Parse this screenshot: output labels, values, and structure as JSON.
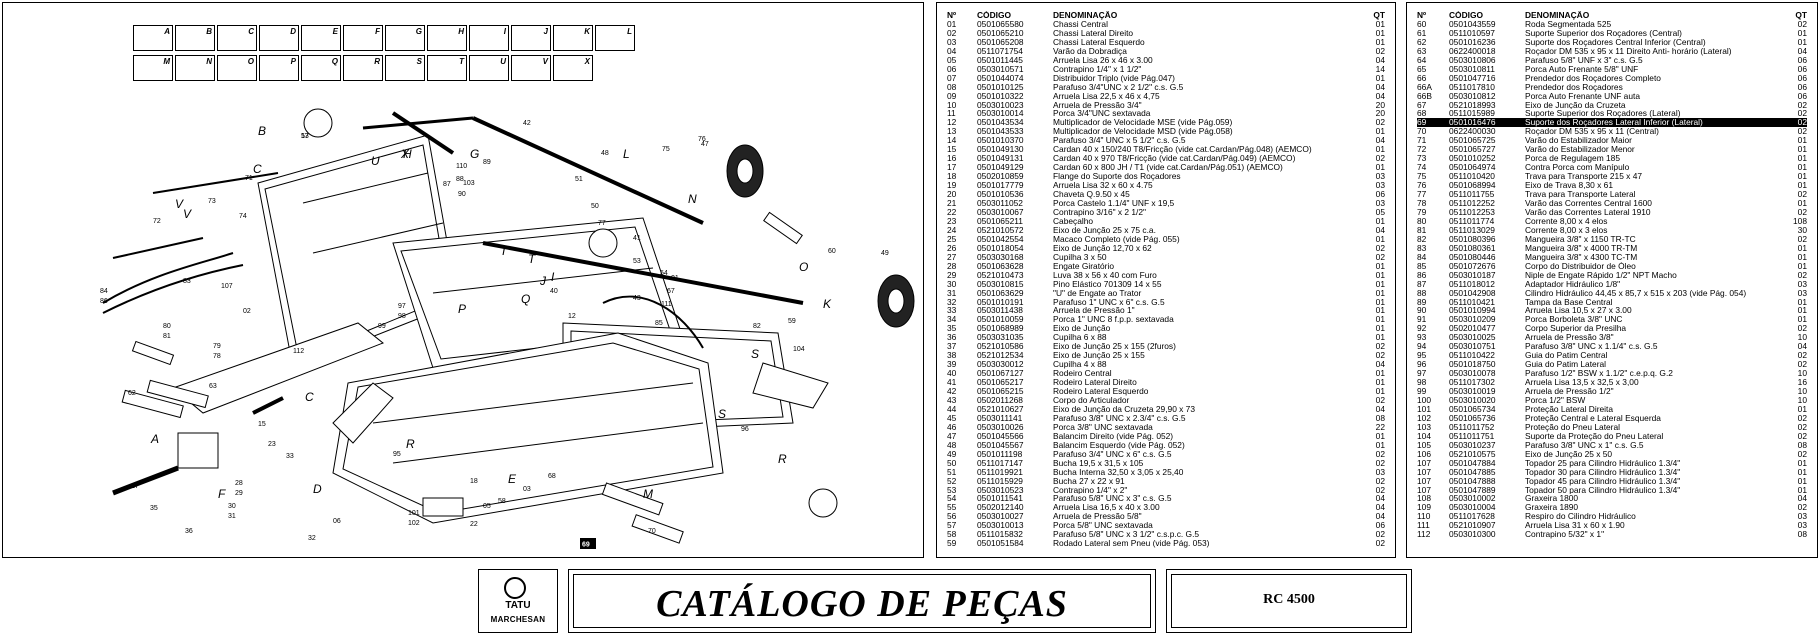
{
  "catalog": {
    "title": "CATÁLOGO DE PEÇAS",
    "model": "RC 4500",
    "brand_top": "TATU",
    "brand_bottom": "MARCHESAN"
  },
  "diagram": {
    "callout_box": "69",
    "thumbnail_letters": [
      "A",
      "B",
      "C",
      "D",
      "E",
      "F",
      "G",
      "H",
      "I",
      "J",
      "K",
      "L",
      "M",
      "N",
      "O",
      "P",
      "Q",
      "R",
      "S",
      "T",
      "U",
      "V",
      "X"
    ],
    "letters": [
      "B",
      "C",
      "V",
      "V",
      "U",
      "X",
      "G",
      "T",
      "T",
      "N",
      "O",
      "K",
      "J",
      "Q",
      "P",
      "R",
      "A",
      "C",
      "R",
      "D",
      "F",
      "S",
      "S",
      "E",
      "M",
      "L",
      "I",
      "H"
    ],
    "numbers": [
      "13",
      "71",
      "74",
      "73",
      "72",
      "84",
      "86",
      "83",
      "107",
      "02",
      "80",
      "81",
      "79",
      "78",
      "112",
      "63",
      "62",
      "15",
      "17",
      "28",
      "29",
      "30",
      "31",
      "32",
      "06",
      "35",
      "36",
      "23",
      "95",
      "101",
      "102",
      "03",
      "18",
      "22",
      "68",
      "70",
      "96",
      "75",
      "76",
      "47",
      "48",
      "50",
      "51",
      "49",
      "60",
      "59",
      "42",
      "41",
      "40",
      "01",
      "43",
      "111",
      "67",
      "54",
      "53",
      "85",
      "82",
      "104",
      "103",
      "89",
      "110",
      "87",
      "88",
      "90",
      "77",
      "12",
      "99",
      "98",
      "97",
      "33",
      "05",
      "58",
      "57"
    ]
  },
  "parts_headers": {
    "n": "Nº",
    "code": "CÓDIGO",
    "name": "DENOMINAÇÃO",
    "qt": "QT"
  },
  "parts_left": [
    [
      "01",
      "0501065580",
      "Chassi Central",
      "01"
    ],
    [
      "02",
      "0501065210",
      "Chassi Lateral Direito",
      "01"
    ],
    [
      "03",
      "0501065208",
      "Chassi Lateral Esquerdo",
      "01"
    ],
    [
      "04",
      "0511071754",
      "Varão da Dobradiça",
      "02"
    ],
    [
      "05",
      "0501011445",
      "Arruela Lisa 26 x 46 x 3.00",
      "04"
    ],
    [
      "06",
      "0503010571",
      "Contrapino 1/4\" x 1 1/2\"",
      "14"
    ],
    [
      "07",
      "0501044074",
      "Distribuidor Triplo (vide Pág.047)",
      "01"
    ],
    [
      "08",
      "0501010125",
      "Parafuso 3/4\"UNC x 2 1/2\" c.s. G.5",
      "04"
    ],
    [
      "09",
      "0501010322",
      "Arruela Lisa 22,5 x 46 x 4,75",
      "04"
    ],
    [
      "10",
      "0503010023",
      "Arruela de Pressão 3/4\"",
      "20"
    ],
    [
      "11",
      "0503010014",
      "Porca 3/4\"UNC sextavada",
      "20"
    ],
    [
      "12",
      "0501043534",
      "Multiplicador de Velocidade MSE (vide Pág.059)",
      "02"
    ],
    [
      "13",
      "0501043533",
      "Multiplicador de Velocidade MSD (vide Pág.058)",
      "01"
    ],
    [
      "14",
      "0501010370",
      "Parafuso 3/4\" UNC x 5 1/2\" c.s. G.5",
      "04"
    ],
    [
      "15",
      "0501049130",
      "Cardan 40 x 150/240 T8/Fricção (vide cat.Cardan/Pág.048) (AEMCO)",
      "01"
    ],
    [
      "16",
      "0501049131",
      "Cardan 40 x 970 T8/Fricção  (vide cat.Cardan/Pág.049) (AEMCO)",
      "02"
    ],
    [
      "17",
      "0501049129",
      "Cardan 60 x 800 JH / T1     (vide cat.Cardan/Pág.051) (AEMCO)",
      "01"
    ],
    [
      "18",
      "0502010859",
      "Flange do Suporte dos Roçadores",
      "03"
    ],
    [
      "19",
      "0501017779",
      "Arruela Lisa 32 x 60 x 4.75",
      "03"
    ],
    [
      "20",
      "0501010536",
      "Chaveta Q.9.50 x 45",
      "06"
    ],
    [
      "21",
      "0503011052",
      "Porca Castelo 1.1/4\" UNF x 19,5",
      "03"
    ],
    [
      "22",
      "0503010067",
      "Contrapino 3/16\" x 2 1/2\"",
      "05"
    ],
    [
      "23",
      "0501065211",
      "Cabeçalho",
      "01"
    ],
    [
      "24",
      "0521010572",
      "Eixo de Junção 25 x 75 c.a.",
      "04"
    ],
    [
      "25",
      "0501042554",
      "Macaco Completo (vide Pág. 055)",
      "01"
    ],
    [
      "26",
      "0501018054",
      "Eixo de Junção 12,70 x 62",
      "02"
    ],
    [
      "27",
      "0503030168",
      "Cupilha 3 x 50",
      "02"
    ],
    [
      "28",
      "0501063628",
      "Engate Giratório",
      "01"
    ],
    [
      "29",
      "0521010473",
      "Luva 38 x 56 x 40 com Furo",
      "01"
    ],
    [
      "30",
      "0503010815",
      "Pino Elástico 701309  14 x 55",
      "01"
    ],
    [
      "31",
      "0501063629",
      "\"U\" de Engate ao Trator",
      "01"
    ],
    [
      "32",
      "0501010191",
      "Parafuso 1\" UNC x 6\" c.s. G.5",
      "01"
    ],
    [
      "33",
      "0503011438",
      "Arruela de Pressão 1\"",
      "01"
    ],
    [
      "34",
      "0501010059",
      "Porca 1\" UNC 8 f.p.p. sextavada",
      "01"
    ],
    [
      "35",
      "0501068989",
      "Eixo de Junção",
      "01"
    ],
    [
      "36",
      "0503031035",
      "Cupilha 6 x 88",
      "01"
    ],
    [
      "37",
      "0521010586",
      "Eixo de Junção 25 x 155 (2furos)",
      "02"
    ],
    [
      "38",
      "0521012534",
      "Eixo de Junção 25 x 155",
      "02"
    ],
    [
      "39",
      "0503030012",
      "Cupilha 4 x 88",
      "04"
    ],
    [
      "40",
      "0501067127",
      "Rodeiro Central",
      "01"
    ],
    [
      "41",
      "0501065217",
      "Rodeiro Lateral Direito",
      "01"
    ],
    [
      "42",
      "0501065215",
      "Rodeiro Lateral Esquerdo",
      "01"
    ],
    [
      "43",
      "0502011268",
      "Corpo do Articulador",
      "02"
    ],
    [
      "44",
      "0521010627",
      "Eixo de Junção da Cruzeta 29,90 x 73",
      "04"
    ],
    [
      "45",
      "0503011141",
      "Parafuso 3/8\" UNC x 2.3/4\" c.s. G.5",
      "08"
    ],
    [
      "46",
      "0503010026",
      "Porca 3/8\" UNC sextavada",
      "22"
    ],
    [
      "47",
      "0501045566",
      "Balancim Direito (vide Pág. 052)",
      "01"
    ],
    [
      "48",
      "0501045567",
      "Balancim Esquerdo (vide Pág. 052)",
      "01"
    ],
    [
      "49",
      "0501011198",
      "Parafuso 3/4\" UNC x 6\" c.s. G.5",
      "02"
    ],
    [
      "50",
      "0511017147",
      "Bucha 19,5 x 31,5 x 105",
      "02"
    ],
    [
      "51",
      "0511019921",
      "Bucha Interna 32,50 x 3,05 x 25,40",
      "03"
    ],
    [
      "52",
      "0511015929",
      "Bucha 27 x 22 x 91",
      "02"
    ],
    [
      "53",
      "0503010523",
      "Contrapino 1/4\" x 2\"",
      "02"
    ],
    [
      "54",
      "0501011541",
      "Parafuso 5/8\" UNC x 3\" c.s. G.5",
      "04"
    ],
    [
      "55",
      "0502012140",
      "Arruela Lisa 16,5 x 40 x 3.00",
      "04"
    ],
    [
      "56",
      "0503010027",
      "Arruela de Pressão 5/8\"",
      "04"
    ],
    [
      "57",
      "0503010013",
      "Porca 5/8\" UNC sextavada",
      "06"
    ],
    [
      "58",
      "0511015832",
      "Parafuso 5/8\" UNC x 3 1/2\" c.s.p.c. G.5",
      "02"
    ],
    [
      "59",
      "0501051584",
      "Rodado Lateral sem Pneu (vide Pág. 053)",
      "02"
    ]
  ],
  "parts_right": [
    [
      "60",
      "0501043559",
      "Roda Segmentada 525",
      "02"
    ],
    [
      "61",
      "0511010597",
      "Suporte Superior dos Roçadores (Central)",
      "01"
    ],
    [
      "62",
      "0501016236",
      "Suporte dos Roçadores Central Inferior (Central)",
      "01"
    ],
    [
      "63",
      "0622400018",
      "Roçador DM 535 x 95 x 11 Direito Anti- horário (Lateral)",
      "04"
    ],
    [
      "64",
      "0503010806",
      "Parafuso 5/8\" UNF x 3\" c.s. G.5",
      "06"
    ],
    [
      "65",
      "0503010811",
      "Porca Auto Frenante 5/8\" UNF",
      "06"
    ],
    [
      "66",
      "0501047716",
      "Prendedor dos Roçadores Completo",
      "06"
    ],
    [
      "66A",
      "0511017810",
      "Prendedor dos Roçadores",
      "06"
    ],
    [
      "66B",
      "0503010812",
      "Porca Auto Frenante UNF auta",
      "06"
    ],
    [
      "67",
      "0521018993",
      "Eixo de Junção da Cruzeta",
      "02"
    ],
    [
      "68",
      "0511015989",
      "Suporte Superior dos Roçadores (Lateral)",
      "02"
    ],
    [
      "69",
      "0501016476",
      "Suporte dos Roçadores Lateral Inferior (Lateral)",
      "02"
    ],
    [
      "70",
      "0622400030",
      "Roçador DM 535 x 95 x 11 (Central)",
      "02"
    ],
    [
      "71",
      "0501065725",
      "Varão do Estabilizador Maior",
      "01"
    ],
    [
      "72",
      "0501065727",
      "Varão do Estabilizador Menor",
      "01"
    ],
    [
      "73",
      "0501010252",
      "Porca de Regulagem 185",
      "01"
    ],
    [
      "74",
      "0501064974",
      "Contra Porca com Manípulo",
      "01"
    ],
    [
      "75",
      "0511010420",
      "Trava para Transporte 215 x 47",
      "01"
    ],
    [
      "76",
      "0501068994",
      "Eixo de Trava 8,30 x 61",
      "01"
    ],
    [
      "77",
      "0511011755",
      "Trava para Transporte Lateral",
      "02"
    ],
    [
      "78",
      "0511012252",
      "Varão das Correntes Central 1600",
      "01"
    ],
    [
      "79",
      "0511012253",
      "Varão das Correntes Lateral 1910",
      "02"
    ],
    [
      "80",
      "0511011774",
      "Corrente 8,00 x 4 elos",
      "108"
    ],
    [
      "81",
      "0511013029",
      "Corrente 8,00 x 3 elos",
      "30"
    ],
    [
      "82",
      "0501080396",
      "Mangueira 3/8\" x 1150 TR-TC",
      "02"
    ],
    [
      "83",
      "0501080361",
      "Mangueira 3/8\" x 4000 TR-TM",
      "01"
    ],
    [
      "84",
      "0501080446",
      "Mangueira 3/8\" x 4300 TC-TM",
      "01"
    ],
    [
      "85",
      "0501072676",
      "Corpo do Distribuidor de Óleo",
      "01"
    ],
    [
      "86",
      "0503010187",
      "Niple de Engate Rápido 1/2\" NPT Macho",
      "02"
    ],
    [
      "87",
      "0511018012",
      "Adaptador Hidráulico 1/8\"",
      "03"
    ],
    [
      "88",
      "0501042908",
      "Cilindro Hidráulico 44,45 x 85,7 x 515 x 203 (vide Pág. 054)",
      "03"
    ],
    [
      "89",
      "0511010421",
      "Tampa da Base Central",
      "01"
    ],
    [
      "90",
      "0501010994",
      "Arruela Lisa 10,5 x 27 x 3.00",
      "01"
    ],
    [
      "91",
      "0503010209",
      "Porca Borboleta 3/8\" UNC",
      "01"
    ],
    [
      "92",
      "0502010477",
      "Corpo Superior da Presilha",
      "02"
    ],
    [
      "93",
      "0503010025",
      "Arruela de Pressão 3/8\"",
      "10"
    ],
    [
      "94",
      "0503010751",
      "Parafuso 3/8\" UNC x 1.1/4\" c.s. G.5",
      "04"
    ],
    [
      "95",
      "0511010422",
      "Guia do Patim Central",
      "02"
    ],
    [
      "96",
      "0501018750",
      "Guia do Patim Lateral",
      "02"
    ],
    [
      "97",
      "0503010078",
      "Parafuso 1/2\" BSW x 1.1/2\" c.e.p.q. G.2",
      "10"
    ],
    [
      "98",
      "0511017302",
      "Arruela Lisa 13,5 x 32,5 x 3,00",
      "16"
    ],
    [
      "99",
      "0503010019",
      "Arruela de Pressão 1/2\"",
      "10"
    ],
    [
      "100",
      "0503010020",
      "Porca 1/2\" BSW",
      "10"
    ],
    [
      "101",
      "0501065734",
      "Proteção Lateral Direita",
      "01"
    ],
    [
      "102",
      "0501065736",
      "Proteção Central e Lateral Esquerda",
      "02"
    ],
    [
      "103",
      "0511011752",
      "Proteção do Pneu Lateral",
      "02"
    ],
    [
      "104",
      "0511011751",
      "Suporte da Proteção do Pneu Lateral",
      "02"
    ],
    [
      "105",
      "0503010237",
      "Parafuso 3/8\" UNC x 1\" c.s. G.5",
      "08"
    ],
    [
      "106",
      "0521010575",
      "Eixo de Junção 25 x 50",
      "02"
    ],
    [
      "107",
      "0501047884",
      "Topador 25 para Cilindro Hidráulico 1.3/4\"",
      "01"
    ],
    [
      "107",
      "0501047885",
      "Topador 30 para Cilindro Hidráulico 1.3/4\"",
      "01"
    ],
    [
      "107",
      "0501047888",
      "Topador 45 para Cilindro Hidráulico 1.3/4\"",
      "01"
    ],
    [
      "107",
      "0501047889",
      "Topador 50 para Cilindro Hidráulico 1.3/4\"",
      "01"
    ],
    [
      "108",
      "0503010002",
      "Graxeira 1800",
      "04"
    ],
    [
      "109",
      "0503010004",
      "Graxeira 1890",
      "02"
    ],
    [
      "110",
      "0511017628",
      "Respiro do Cilindro Hidráulico",
      "03"
    ],
    [
      "111",
      "0521010907",
      "Arruela Lisa 31 x 60 x 1.90",
      "03"
    ],
    [
      "112",
      "0503010300",
      "Contrapino 5/32\" x 1\"",
      "08"
    ]
  ]
}
